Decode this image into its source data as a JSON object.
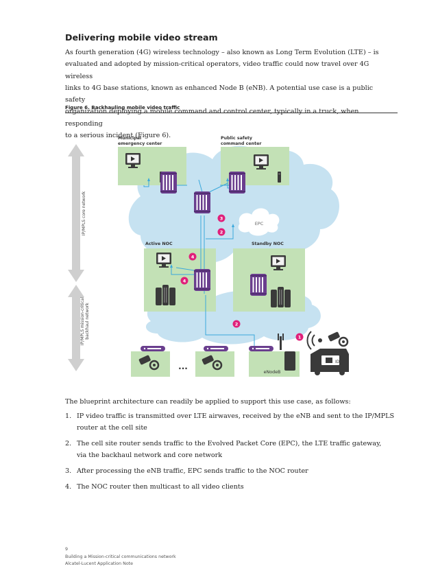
{
  "section_title": "Delivering mobile video stream",
  "intro_lines": [
    "As fourth generation (4G) wireless technology – also known as Long Term Evolution (LTE) – is",
    "evaluated and adopted by mission-critical operators, video traffic could now travel over 4G wireless",
    "links to 4G base stations, known as enhanced Node B (eNB). A potential use case is a public safety",
    "organization deploying a mobile command and control center, typically in a truck, when responding",
    "to a serious incident (Figure 6)."
  ],
  "figure": {
    "caption": "Figure 6. Backhauling mobile video traffic",
    "core_network_label": "IP/MPLS core network",
    "backhaul_label_line1": "IP/MPLS mission-critical",
    "backhaul_label_line2": "backhaul network",
    "municipal_line1": "Municipal",
    "municipal_line2": "emergency center",
    "public_safety_line1": "Public safety",
    "public_safety_line2": "command center",
    "active_noc": "Active NOC",
    "standby_noc": "Standby NOC",
    "epc": "EPC",
    "enodeb": "eNodeB",
    "ellipsis": "...",
    "badges": [
      "1",
      "2",
      "2",
      "3",
      "4",
      "4"
    ],
    "colors": {
      "cloud": "#c6e2f1",
      "site": "#c3e1b6",
      "router": "#6a3e8e",
      "badge": "#e0207a",
      "link": "#3aa8dc",
      "arrow": "#cccccc"
    }
  },
  "lead": "The blueprint architecture can readily be applied to support this use case, as follows:",
  "steps": [
    {
      "num": "1.",
      "lines": [
        "IP video traffic is transmitted over LTE airwaves, received by the eNB and sent to the IP/MPLS",
        "router at the cell site"
      ]
    },
    {
      "num": "2.",
      "lines": [
        "The cell site router sends traffic to the Evolved Packet Core (EPC), the LTE traffic gateway,",
        "via the backhaul network and core network"
      ]
    },
    {
      "num": "3.",
      "lines": [
        "After processing the eNB traffic, EPC sends traffic to the NOC router"
      ]
    },
    {
      "num": "4.",
      "lines": [
        "The NOC router then multicast to all video clients"
      ]
    }
  ],
  "footer": {
    "page_number": "9",
    "doc_title": "Building a Mission-critical communications network",
    "doc_type": "Alcatel-Lucent Application Note"
  }
}
